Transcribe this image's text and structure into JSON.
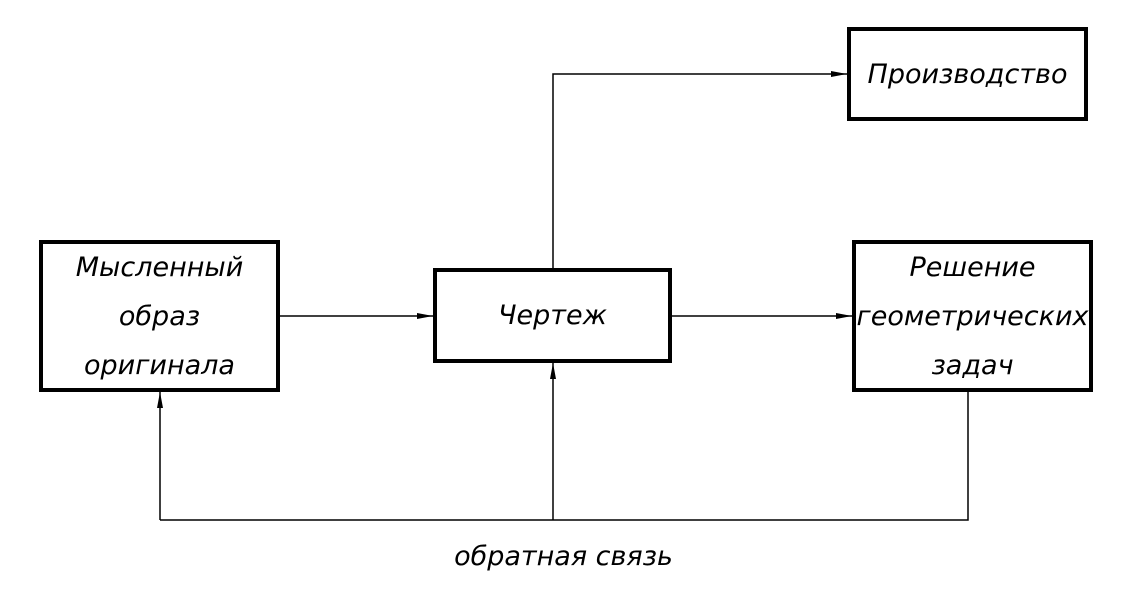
{
  "nodes": {
    "mental_image": {
      "lines": [
        "Мысленный",
        "образ",
        "оригинала"
      ]
    },
    "drawing": {
      "lines": [
        "Чертеж"
      ]
    },
    "production": {
      "lines": [
        "Производство"
      ]
    },
    "geometric_tasks": {
      "lines": [
        "Решение",
        "геометрических",
        "задач"
      ]
    }
  },
  "feedback_label": "обратная связь"
}
